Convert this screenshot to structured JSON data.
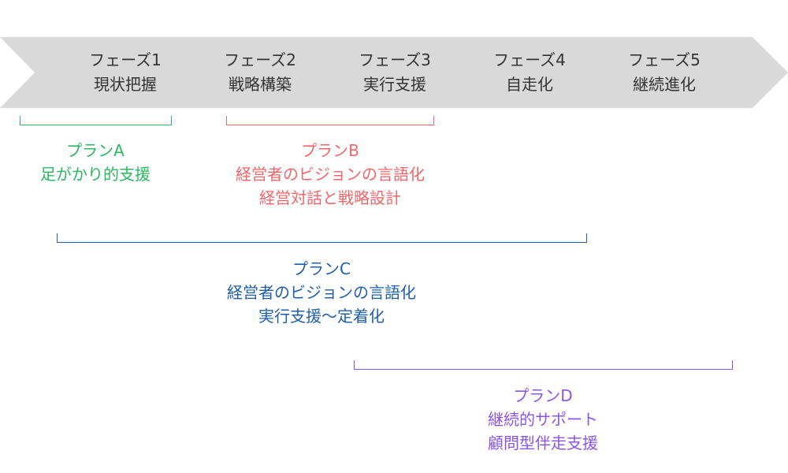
{
  "timeline": {
    "arrow_color": "#d9d9d9",
    "phases": [
      {
        "name": "フェーズ1",
        "title": "現状把握"
      },
      {
        "name": "フェーズ2",
        "title": "戦略構築"
      },
      {
        "name": "フェーズ3",
        "title": "実行支援"
      },
      {
        "name": "フェーズ4",
        "title": "自走化"
      },
      {
        "name": "フェーズ5",
        "title": "継続進化"
      }
    ]
  },
  "plans": [
    {
      "name": "プランA",
      "lines": [
        "足がかり的支援"
      ],
      "color": "#2cb65f"
    },
    {
      "name": "プランB",
      "lines": [
        "経営者のビジョンの言語化",
        "経営対話と戦略設計"
      ],
      "color": "#f0666a"
    },
    {
      "name": "プランC",
      "lines": [
        "経営者のビジョンの言語化",
        "実行支援〜定着化"
      ],
      "color": "#1f5fa8"
    },
    {
      "name": "プランD",
      "lines": [
        "継続的サポート",
        "顧問型伴走支援"
      ],
      "color": "#8a55e8"
    }
  ]
}
